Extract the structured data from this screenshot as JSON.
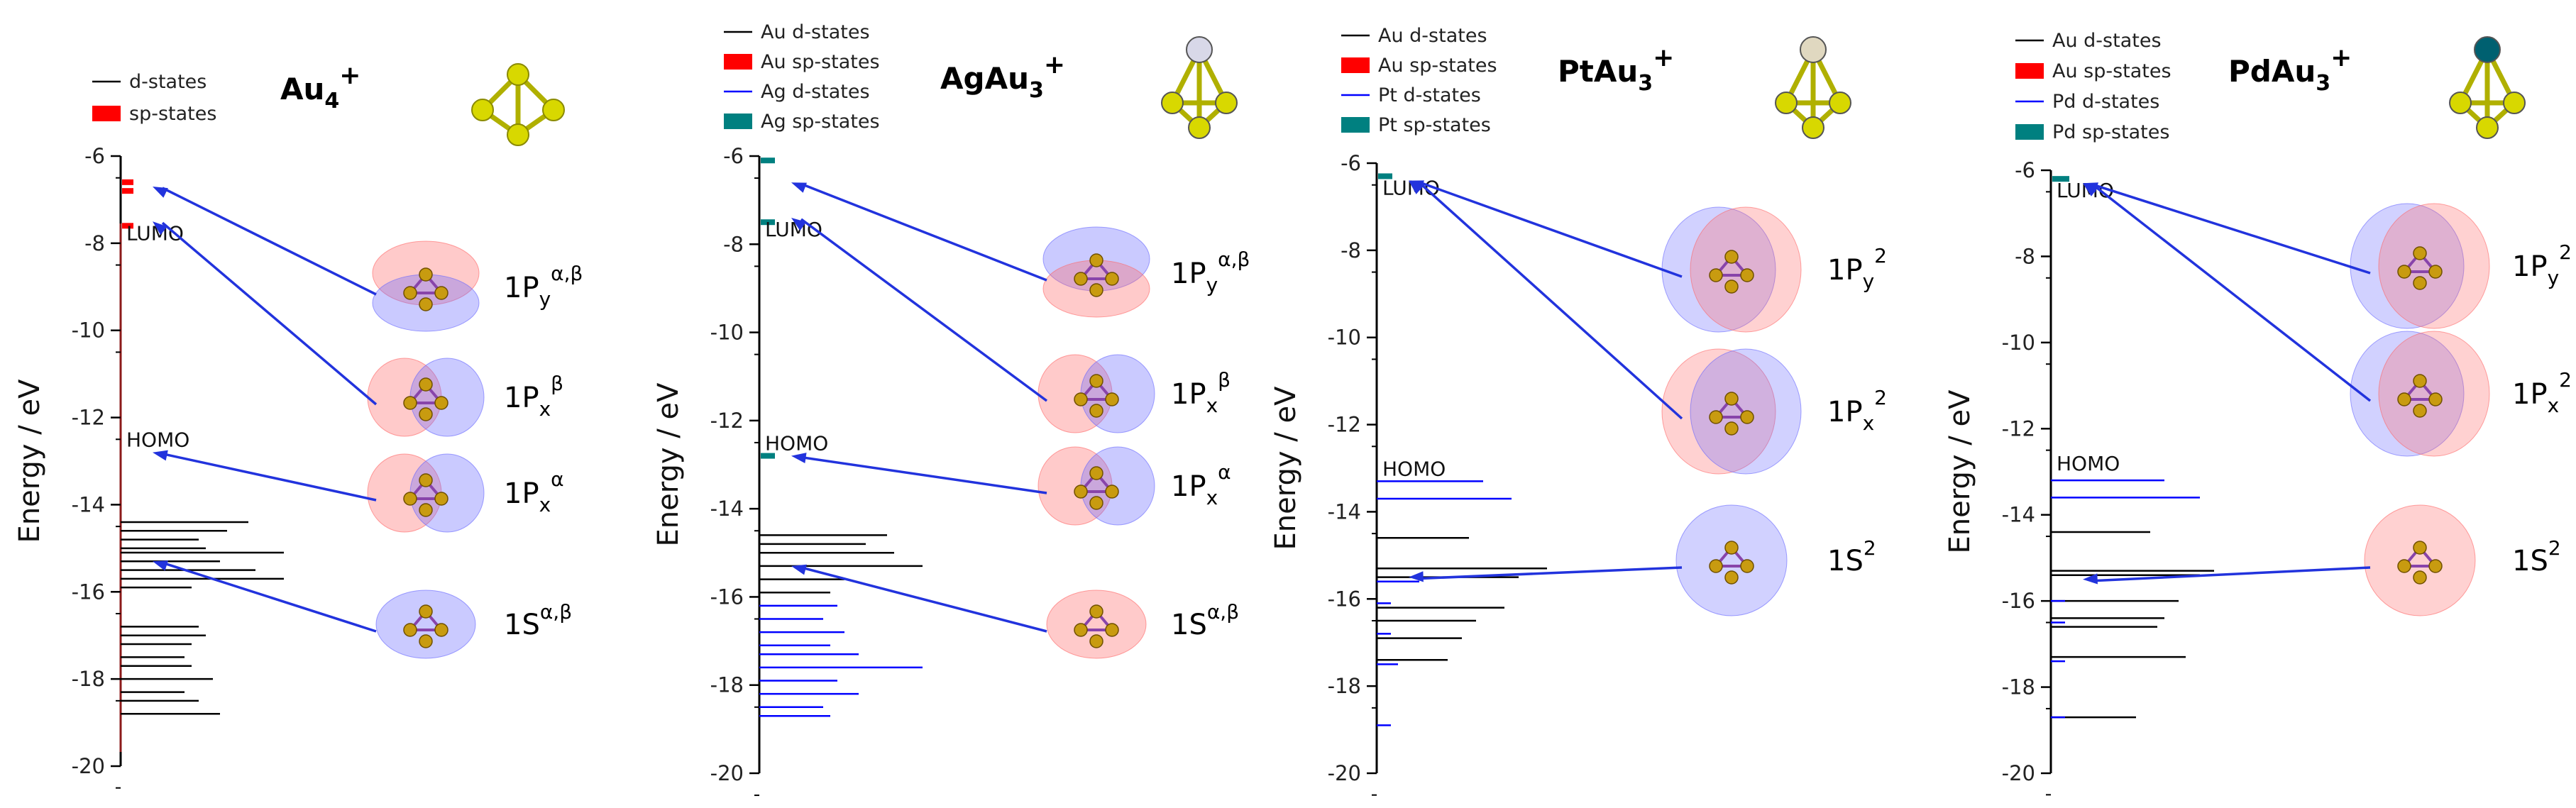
{
  "panels": [
    {
      "id": "au4",
      "title": {
        "main": "Au",
        "sub": "4",
        "sup": "+"
      },
      "legend": [
        {
          "label": "d-states",
          "kind": "line",
          "color": "#000000"
        },
        {
          "label": "sp-states",
          "kind": "box",
          "color": "#ff0000"
        }
      ],
      "ylabel": "Energy / eV",
      "yticks": [
        -6,
        -8,
        -10,
        -12,
        -14,
        -16,
        -18,
        -20
      ],
      "lumo": {
        "label": "LUMO",
        "energy": -7.6
      },
      "homo": {
        "label": "HOMO",
        "energy": -12.8
      },
      "orbitals": [
        {
          "base": "1P",
          "sub": "y",
          "sup": "α,β",
          "colors": [
            "#6666ff",
            "#ff6666"
          ],
          "shape": "round"
        },
        {
          "base": "1P",
          "sub": "x",
          "sup": "β",
          "colors": [
            "#ff6666",
            "#6666ff"
          ],
          "shape": "lobes"
        },
        {
          "base": "1P",
          "sub": "x",
          "sup": "α",
          "colors": [
            "#ff6666",
            "#6666ff"
          ],
          "shape": "lobes"
        },
        {
          "base": "1S",
          "sub": "",
          "sup": "α,β",
          "colors": [
            "#6666ff",
            "#6666ff"
          ],
          "shape": "flat"
        }
      ],
      "molecule": {
        "type": "rhombus",
        "atoms": [
          "#d8d800",
          "#d8d800",
          "#d8d800",
          "#d8d800"
        ]
      }
    },
    {
      "id": "agau3",
      "title": {
        "main": "AgAu",
        "sub": "3",
        "sup": "+"
      },
      "legend": [
        {
          "label": "Au d-states",
          "kind": "line",
          "color": "#000000"
        },
        {
          "label": "Au sp-states",
          "kind": "box",
          "color": "#ff0000"
        },
        {
          "label": "Ag d-states",
          "kind": "line",
          "color": "#0000ff"
        },
        {
          "label": "Ag sp-states",
          "kind": "box",
          "color": "#008080"
        }
      ],
      "ylabel": "Energy / eV",
      "yticks": [
        -6,
        -8,
        -10,
        -12,
        -14,
        -16,
        -18,
        -20
      ],
      "lumo": {
        "label": "LUMO",
        "energy": -7.5
      },
      "homo": {
        "label": "HOMO",
        "energy": -12.8
      },
      "orbitals": [
        {
          "base": "1P",
          "sub": "y",
          "sup": "α,β",
          "colors": [
            "#ff6666",
            "#6666ff"
          ],
          "shape": "round"
        },
        {
          "base": "1P",
          "sub": "x",
          "sup": "β",
          "colors": [
            "#ff6666",
            "#6666ff"
          ],
          "shape": "lobes"
        },
        {
          "base": "1P",
          "sub": "x",
          "sup": "α",
          "colors": [
            "#ff6666",
            "#6666ff"
          ],
          "shape": "lobes"
        },
        {
          "base": "1S",
          "sub": "",
          "sup": "α,β",
          "colors": [
            "#ff6666",
            "#ff6666"
          ],
          "shape": "flat"
        }
      ],
      "molecule": {
        "type": "tri",
        "atoms": [
          "#d8d8e8",
          "#d8d800",
          "#d8d800",
          "#d8d800"
        ]
      }
    },
    {
      "id": "ptau3",
      "title": {
        "main": "PtAu",
        "sub": "3",
        "sup": "+"
      },
      "legend": [
        {
          "label": "Au d-states",
          "kind": "line",
          "color": "#000000"
        },
        {
          "label": "Au sp-states",
          "kind": "box",
          "color": "#ff0000"
        },
        {
          "label": "Pt d-states",
          "kind": "line",
          "color": "#0000ff"
        },
        {
          "label": "Pt sp-states",
          "kind": "box",
          "color": "#008080"
        }
      ],
      "ylabel": "Energy / eV",
      "yticks": [
        -6,
        -8,
        -10,
        -12,
        -14,
        -16,
        -18,
        -20
      ],
      "lumo": {
        "label": "LUMO",
        "energy": -6.4
      },
      "homo": {
        "label": "HOMO",
        "energy": -13.3
      },
      "orbitals": [
        {
          "base": "1P",
          "sub": "y",
          "sup": "2",
          "colors": [
            "#6666ff",
            "#ff6666"
          ],
          "shape": "big"
        },
        {
          "base": "1P",
          "sub": "x",
          "sup": "2",
          "colors": [
            "#ff6666",
            "#6666ff"
          ],
          "shape": "big"
        },
        {
          "base": "1S",
          "sub": "",
          "sup": "2",
          "colors": [
            "#6666ff",
            "#6666ff"
          ],
          "shape": "sphere"
        }
      ],
      "molecule": {
        "type": "tri",
        "atoms": [
          "#e0d8c0",
          "#d8d800",
          "#d8d800",
          "#d8d800"
        ]
      }
    },
    {
      "id": "pdau3",
      "title": {
        "main": "PdAu",
        "sub": "3",
        "sup": "+"
      },
      "legend": [
        {
          "label": "Au d-states",
          "kind": "line",
          "color": "#000000"
        },
        {
          "label": "Au sp-states",
          "kind": "box",
          "color": "#ff0000"
        },
        {
          "label": "Pd d-states",
          "kind": "line",
          "color": "#0000ff"
        },
        {
          "label": "Pd sp-states",
          "kind": "box",
          "color": "#008080"
        }
      ],
      "ylabel": "Energy / eV",
      "yticks": [
        -6,
        -8,
        -10,
        -12,
        -14,
        -16,
        -18,
        -20
      ],
      "lumo": {
        "label": "LUMO",
        "energy": -6.3
      },
      "homo": {
        "label": "HOMO",
        "energy": -13.1
      },
      "orbitals": [
        {
          "base": "1P",
          "sub": "y",
          "sup": "2",
          "colors": [
            "#6666ff",
            "#ff6666"
          ],
          "shape": "big"
        },
        {
          "base": "1P",
          "sub": "x",
          "sup": "2",
          "colors": [
            "#6666ff",
            "#ff6666"
          ],
          "shape": "big"
        },
        {
          "base": "1S",
          "sub": "",
          "sup": "2",
          "colors": [
            "#ff6666",
            "#ff6666"
          ],
          "shape": "sphere"
        }
      ],
      "molecule": {
        "type": "tri",
        "atoms": [
          "#006070",
          "#d8d800",
          "#d8d800",
          "#d8d800"
        ]
      }
    }
  ],
  "chart_data": [
    {
      "type": "bar",
      "title": "Au4+",
      "ylabel": "Energy / eV",
      "ylim": [
        -20,
        -6
      ],
      "series": [
        {
          "name": "d-states",
          "color": "#000000",
          "levels": [
            [
              -14.4,
              0.9
            ],
            [
              -14.6,
              0.75
            ],
            [
              -14.8,
              0.55
            ],
            [
              -15.0,
              0.6
            ],
            [
              -15.1,
              1.15
            ],
            [
              -15.3,
              0.7
            ],
            [
              -15.5,
              0.95
            ],
            [
              -15.7,
              1.15
            ],
            [
              -15.9,
              0.5
            ],
            [
              -16.8,
              0.55
            ],
            [
              -17.0,
              0.6
            ],
            [
              -17.2,
              0.5
            ],
            [
              -17.5,
              0.45
            ],
            [
              -17.7,
              0.5
            ],
            [
              -18.0,
              0.65
            ],
            [
              -18.3,
              0.45
            ],
            [
              -18.5,
              0.55
            ],
            [
              -18.8,
              0.7
            ]
          ]
        },
        {
          "name": "sp-states",
          "color": "#ff0000",
          "levels": [
            [
              -6.6,
              0.05
            ],
            [
              -6.8,
              0.05
            ],
            [
              -7.6,
              0.05
            ]
          ]
        }
      ],
      "annotations": [
        "LUMO",
        "HOMO"
      ]
    },
    {
      "type": "bar",
      "title": "AgAu3+",
      "ylabel": "Energy / eV",
      "ylim": [
        -20,
        -6
      ],
      "series": [
        {
          "name": "Au d-states",
          "color": "#000000",
          "levels": [
            [
              -14.6,
              0.9
            ],
            [
              -14.8,
              0.75
            ],
            [
              -15.0,
              0.95
            ],
            [
              -15.3,
              1.15
            ],
            [
              -15.6,
              0.6
            ],
            [
              -15.9,
              0.5
            ]
          ]
        },
        {
          "name": "Au sp-states",
          "color": "#ff0000",
          "levels": []
        },
        {
          "name": "Ag d-states",
          "color": "#0000ff",
          "levels": [
            [
              -16.2,
              0.55
            ],
            [
              -16.5,
              0.45
            ],
            [
              -16.8,
              0.6
            ],
            [
              -17.1,
              0.5
            ],
            [
              -17.3,
              0.7
            ],
            [
              -17.6,
              1.15
            ],
            [
              -17.9,
              0.55
            ],
            [
              -18.2,
              0.7
            ],
            [
              -18.5,
              0.45
            ],
            [
              -18.7,
              0.5
            ]
          ]
        },
        {
          "name": "Ag sp-states",
          "color": "#008080",
          "levels": [
            [
              -6.1,
              0.1
            ],
            [
              -7.5,
              0.1
            ],
            [
              -12.8,
              0.1
            ]
          ]
        }
      ],
      "annotations": [
        "LUMO",
        "HOMO"
      ]
    },
    {
      "type": "bar",
      "title": "PtAu3+",
      "ylabel": "Energy / eV",
      "ylim": [
        -20,
        -6
      ],
      "series": [
        {
          "name": "Au d-states",
          "color": "#000000",
          "levels": [
            [
              -14.6,
              0.65
            ],
            [
              -15.3,
              1.2
            ],
            [
              -15.5,
              1.0
            ],
            [
              -16.2,
              0.9
            ],
            [
              -16.5,
              0.7
            ],
            [
              -16.9,
              0.6
            ],
            [
              -17.4,
              0.5
            ]
          ]
        },
        {
          "name": "Au sp-states",
          "color": "#ff0000",
          "levels": []
        },
        {
          "name": "Pt d-states",
          "color": "#0000ff",
          "levels": [
            [
              -13.3,
              0.75
            ],
            [
              -13.7,
              0.95
            ],
            [
              -15.6,
              0.3
            ],
            [
              -16.1,
              0.1
            ],
            [
              -16.8,
              0.1
            ],
            [
              -17.5,
              0.15
            ],
            [
              -18.9,
              0.1
            ]
          ]
        },
        {
          "name": "Pt sp-states",
          "color": "#008080",
          "levels": [
            [
              -6.3,
              0.1
            ]
          ]
        }
      ],
      "annotations": [
        "LUMO",
        "HOMO"
      ]
    },
    {
      "type": "bar",
      "title": "PdAu3+",
      "ylabel": "Energy / eV",
      "ylim": [
        -20,
        -6
      ],
      "series": [
        {
          "name": "Au d-states",
          "color": "#000000",
          "levels": [
            [
              -14.4,
              0.7
            ],
            [
              -15.3,
              1.15
            ],
            [
              -15.4,
              1.05
            ],
            [
              -16.0,
              0.9
            ],
            [
              -16.4,
              0.8
            ],
            [
              -16.6,
              0.75
            ],
            [
              -17.3,
              0.95
            ],
            [
              -18.7,
              0.6
            ]
          ]
        },
        {
          "name": "Au sp-states",
          "color": "#ff0000",
          "levels": []
        },
        {
          "name": "Pd d-states",
          "color": "#0000ff",
          "levels": [
            [
              -13.2,
              0.8
            ],
            [
              -13.6,
              1.05
            ],
            [
              -16.0,
              0.1
            ],
            [
              -16.5,
              0.1
            ],
            [
              -17.4,
              0.1
            ],
            [
              -18.7,
              0.1
            ]
          ]
        },
        {
          "name": "Pd sp-states",
          "color": "#008080",
          "levels": [
            [
              -6.2,
              0.12
            ]
          ]
        }
      ],
      "annotations": [
        "LUMO",
        "HOMO"
      ]
    }
  ]
}
